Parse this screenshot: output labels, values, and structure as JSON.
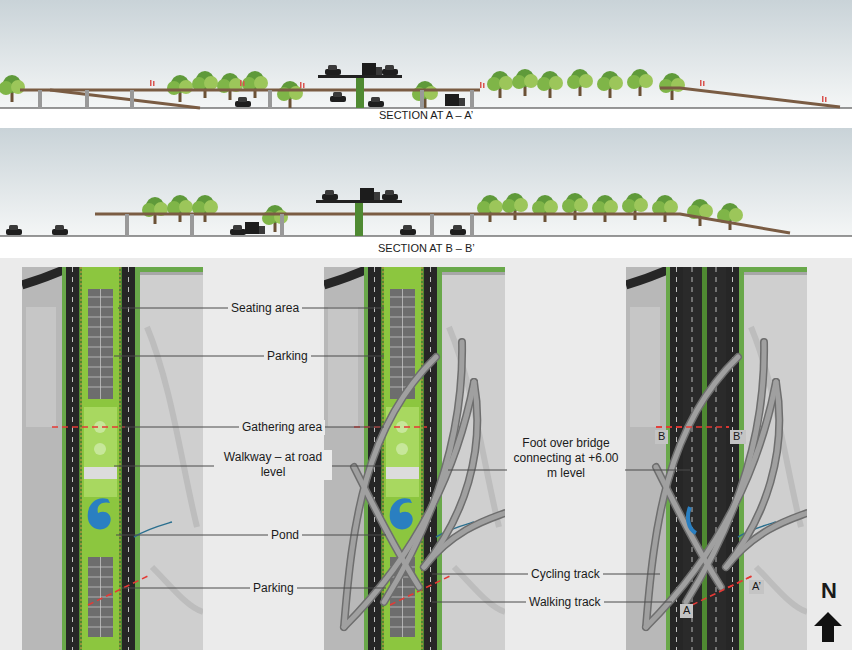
{
  "diagram": {
    "labels": [
      "SECTION AT A – A’",
      "SECTION AT B – B’",
      "Seating area",
      "Parking",
      "Gathering area",
      "Walkway – at road level",
      "Pond",
      "Parking",
      "Foot over bridge connecting at +6.00 m level",
      "Cycling track",
      "Walking track",
      "B",
      "B’",
      "A",
      "A’",
      "N"
    ]
  }
}
